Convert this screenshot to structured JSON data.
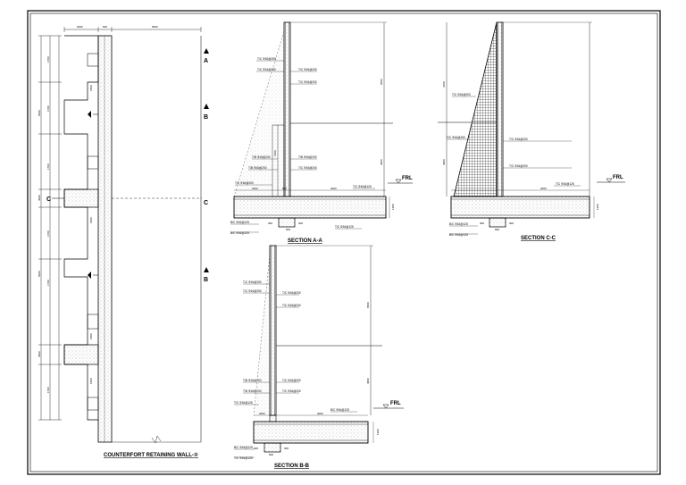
{
  "plan": {
    "title": "COUNTERFORT RETAINING WALL-②",
    "dims_top": [
      "2000",
      "600",
      "5600"
    ],
    "section_marks": {
      "a": "A",
      "b": "B",
      "c": "C"
    },
    "dims_left_outer": [
      "5600",
      "4500",
      "5600",
      "4500"
    ],
    "dims_left_inner": [
      "1700",
      "1700",
      "1700",
      "1700",
      "1700",
      "1700"
    ],
    "dims_buttress": [
      "1800",
      "1800",
      "1800",
      "1800"
    ]
  },
  "section_a": {
    "title": "SECTION A-A",
    "labels": [
      "T/C Φ16@250",
      "T/C Φ16@250",
      "T/C Φ16@200",
      "T/C Φ16@200",
      "T/B Φ16@200",
      "T/B Φ16@200",
      "T/B Φ16@200",
      "T/C Φ16@200",
      "T/C Φ16@200",
      "T/C Φ16@125",
      "B/C Φ16@125",
      "B/C Φ16@125",
      "T/C Φ16@125"
    ],
    "dims": [
      "2000",
      "4800",
      "3000",
      "6500",
      "1600",
      "300",
      "600",
      "300",
      "1200"
    ],
    "level": "FRL"
  },
  "section_b": {
    "title": "SECTION B-B",
    "labels": [
      "T/C Φ16@250",
      "T/C Φ16@250",
      "T/C Φ16@200",
      "T/C Φ16@200",
      "T/B Φ16@200",
      "T/B Φ16@200",
      "T/C Φ16@200",
      "T/C Φ16@200",
      "T/C Φ16@125",
      "B/C Φ16@125",
      "B/C Φ16@125",
      "T/C Φ16@125"
    ],
    "dims": [
      "2000",
      "4800",
      "3000",
      "6500",
      "300",
      "600",
      "300",
      "1200"
    ],
    "level": "FRL"
  },
  "section_c": {
    "title": "SECTION C-C",
    "labels": [
      "T/C Φ16@200",
      "T/C Φ16@250",
      "T/C Φ16@200",
      "T/C Φ16@200",
      "T/C Φ16@125",
      "B/C Φ16@125",
      "B/C Φ16@125"
    ],
    "dims": [
      "4700",
      "4500",
      "3000",
      "300",
      "600",
      "300",
      "1200"
    ],
    "level": "FRL"
  }
}
